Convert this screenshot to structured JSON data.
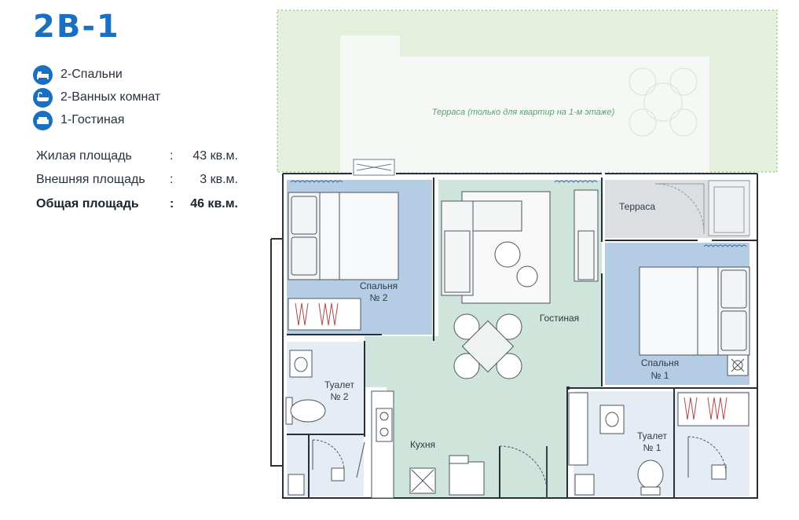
{
  "unit": {
    "title": "2B-1"
  },
  "features": [
    {
      "icon": "bed-icon",
      "label": "2-Спальни"
    },
    {
      "icon": "bathtub-icon",
      "label": "2-Ванных комнат"
    },
    {
      "icon": "sofa-icon",
      "label": "1-Гостиная"
    }
  ],
  "areas": [
    {
      "label": "Жилая площадь",
      "sep": ":",
      "value": "43 кв.м."
    },
    {
      "label": "Внешняя площадь",
      "sep": ":",
      "value": "3 кв.м."
    },
    {
      "label": "Общая площадь",
      "sep": ":",
      "value": "46 кв.м."
    }
  ],
  "plan": {
    "terrace_garden": "Терраса (только для квартир на 1-м этаже)",
    "terrace": "Терраса",
    "bedroom2": [
      "Спальня",
      "№ 2"
    ],
    "bedroom1": [
      "Спальня",
      "№ 1"
    ],
    "living": "Гостиная",
    "kitchen": "Кухня",
    "toilet2": [
      "Туалет",
      "№ 2"
    ],
    "toilet1": [
      "Туалет",
      "№ 1"
    ]
  },
  "colors": {
    "brand_blue": "#1b6fc0",
    "bedroom_fill": "#b5cde4",
    "living_fill": "#cfe4da",
    "bath_fill": "#e6ecf4",
    "garden_fill": "#e4efdc",
    "terrace_fill": "#dcdfe2"
  }
}
